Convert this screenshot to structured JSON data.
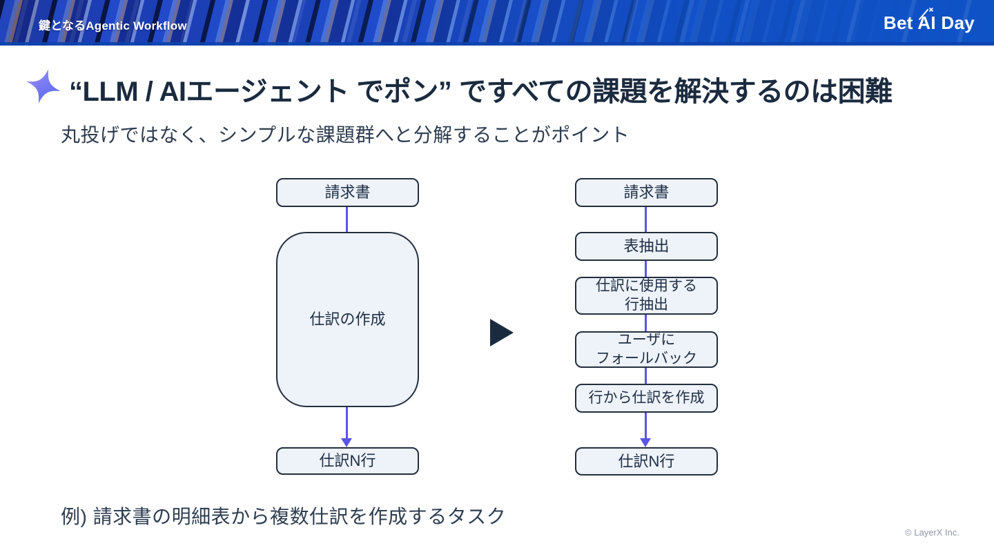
{
  "header": {
    "section_title": "鍵となるAgentic Workflow",
    "logo_text": "Bet AI Day"
  },
  "title": "“LLM / AIエージェント でポン” ですべての課題を解決するのは困難",
  "subtitle": "丸投げではなく、シンプルな課題群へと分解することがポイント",
  "diagram": {
    "left_flow": {
      "nodes": [
        {
          "label": "請求書"
        },
        {
          "label": "仕訳の作成"
        },
        {
          "label": "仕訳N行"
        }
      ]
    },
    "right_flow": {
      "nodes": [
        {
          "label": "請求書"
        },
        {
          "label": "表抽出"
        },
        {
          "label": "仕訳に使用する\n行抽出"
        },
        {
          "label": "ユーザに\nフォールバック"
        },
        {
          "label": "行から仕訳を作成"
        },
        {
          "label": "仕訳N行"
        }
      ]
    }
  },
  "example_note": "例) 請求書の明細表から複数仕訳を作成するタスク",
  "footer": {
    "copyright": "© LayerX Inc."
  },
  "colors": {
    "node_fill": "#eef2f9",
    "node_border": "#232e3d",
    "connector": "#5b54e8",
    "title_text": "#1b2b3f",
    "header_blue": "#0f52c6"
  }
}
